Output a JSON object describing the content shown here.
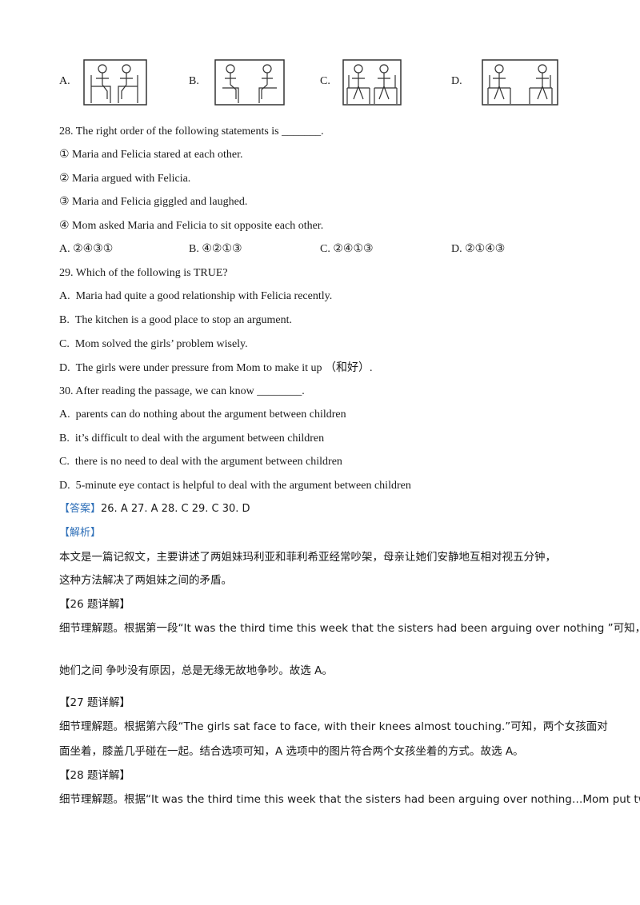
{
  "q27_options": [
    "A.",
    "B.",
    "C.",
    "D."
  ],
  "q28": {
    "stem": "28.  The right order of the following statements is _______.",
    "statements": [
      "① Maria and Felicia stared at each other.",
      "② Maria argued with Felicia.",
      "③ Maria and Felicia giggled and laughed.",
      "④ Mom asked Maria and Felicia to sit opposite each other."
    ],
    "options": [
      "A.  ②④③①",
      "B.  ④②①③",
      "C.  ②④①③",
      "D.  ②①④③"
    ]
  },
  "q29": {
    "stem": "29.  Which of the following is TRUE?",
    "options": [
      {
        "letter": "A.",
        "text": "Maria had quite a good relationship with Felicia recently."
      },
      {
        "letter": "B.",
        "text": "The kitchen is a good place to stop an argument."
      },
      {
        "letter": "C.",
        "text": "Mom solved the girls’ problem wisely."
      },
      {
        "letter": "D.",
        "text": "The girls were under pressure from Mom to make it up （和好）."
      }
    ]
  },
  "q30": {
    "stem": "30.  After reading the passage, we can know ________.",
    "options": [
      {
        "letter": "A.",
        "text": "parents can do nothing about the argument between children"
      },
      {
        "letter": "B.",
        "text": "it’s difficult to deal with the argument between children"
      },
      {
        "letter": "C.",
        "text": "there is no need to deal with the argument between children"
      },
      {
        "letter": "D.",
        "text": "5-minute eye contact is helpful to deal with the argument between children"
      }
    ]
  },
  "answer": {
    "label": "【答案】",
    "text": "26. A    27. A    28. C    29. C    30. D"
  },
  "analysis": {
    "label": "【解析】",
    "summary": [
      "本文是一篇记叙文，主要讲述了两姐妹玛利亚和菲利希亚经常吵架，母亲让她们安静地互相对视五分钟，",
      "这种方法解决了两姐妹之间的矛盾。"
    ],
    "q26_header": "【26 题详解】",
    "q26_lines": [
      "细节理解题。根据第一段“It was the third time this week that the sisters had been arguing over nothing ”可知，",
      "她们之间    争吵没有原因，总是无缘无故地争吵。故选 A。"
    ],
    "q27_header": "【27 题详解】",
    "q27_lines": [
      "细节理解题。根据第六段“The girls sat face to face, with their knees almost touching.”可知，两个女孩面对",
      "面坐着，膝盖几乎碰在一起。结合选项可知，A 选项中的图片符合两个女孩坐着的方式。故选 A。"
    ],
    "q28_header": "【28 题详解】",
    "q28_lines": [
      "细节理解题。根据“It was the third time this week that the sisters had been arguing over nothing…Mom put two"
    ]
  }
}
